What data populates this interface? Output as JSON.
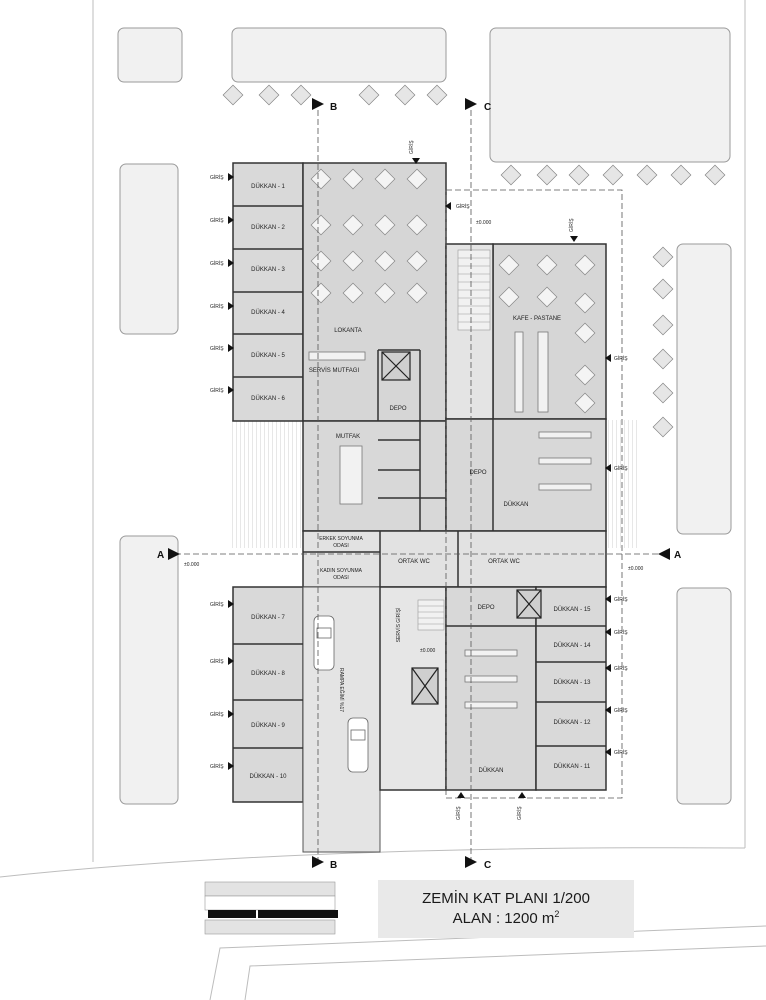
{
  "plan": {
    "title": "ZEMİN KAT PLANI 1/200",
    "area_label": "ALAN : 1200 m",
    "area_superscript": "2"
  },
  "shops_left": [
    "DÜKKAN - 1",
    "DÜKKAN - 2",
    "DÜKKAN - 3",
    "DÜKKAN - 4",
    "DÜKKAN - 5",
    "DÜKKAN - 6"
  ],
  "shops_left_lower": [
    "DÜKKAN - 7",
    "DÜKKAN - 8",
    "DÜKKAN - 9",
    "DÜKKAN - 10"
  ],
  "shops_right": [
    "DÜKKAN - 15",
    "DÜKKAN - 14",
    "DÜKKAN - 13",
    "DÜKKAN - 12",
    "DÜKKAN - 11"
  ],
  "rooms": {
    "lokanta": "LOKANTA",
    "servis_mutfagi": "SERVİS MUTFAGI",
    "depo1": "DEPO",
    "mutfak": "MUTFAK",
    "kafe": "KAFE - PASTANE",
    "depo2": "DEPO",
    "dukkan_mid": "DÜKKAN",
    "erkek_1": "ERKEK SOYUNMA",
    "erkek_2": "ODASI",
    "kadin_1": "KADIN SOYUNMA",
    "kadin_2": "ODASI",
    "ortak_wc": "ORTAK WC",
    "depo3": "DEPO",
    "dukkan_low": "DÜKKAN",
    "servis_girisi": "SERVİS GİRİŞİ",
    "rampa": "RAMPA EĞİMİ %17"
  },
  "entry": "GİRİŞ",
  "sections": {
    "a": "A",
    "b": "B",
    "c": "C"
  },
  "levels": {
    "l1": "±0.000",
    "l2": "±0.000",
    "l3": "±0.000",
    "l4": "±0.000"
  }
}
